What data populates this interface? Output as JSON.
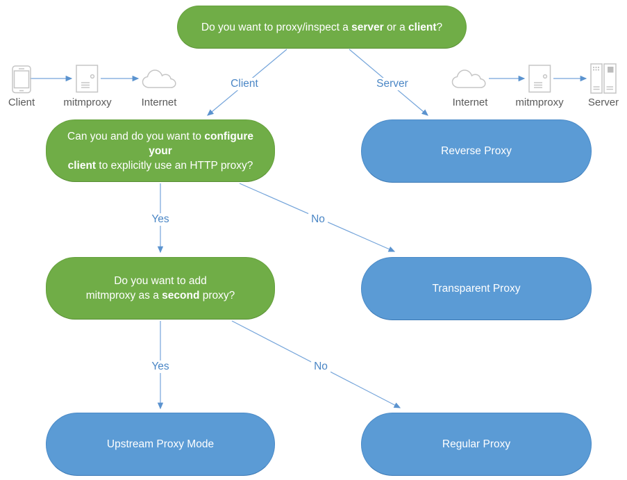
{
  "colors": {
    "decision_fill": "#70ad47",
    "decision_border": "#65a13c",
    "outcome_fill": "#5b9bd5",
    "outcome_border": "#4b8bc8",
    "connector_line": "#74a4da",
    "arrowhead": "#5b93cf",
    "connector_label_text": "#4a86c5",
    "icon_outline": "#c5c5c5",
    "icon_label_text": "#595959",
    "node_text": "#ffffff"
  },
  "root": {
    "s1": "Do you want to proxy/inspect a ",
    "b1": "server",
    "s2": " or a ",
    "b2": "client",
    "s3": "?"
  },
  "branches": {
    "client": "Client",
    "server": "Server"
  },
  "edges": {
    "yes": "Yes",
    "no": "No"
  },
  "configure": {
    "l1s": "Can you and do you want to ",
    "l1b": "configure your",
    "l2b": "client",
    "l2s": " to explicitly use an HTTP proxy?"
  },
  "second": {
    "l1": "Do you want to add",
    "l2s1": "mitmproxy as a ",
    "l2b": "second",
    "l2s2": " proxy?"
  },
  "outcomes": {
    "reverse": "Reverse Proxy",
    "transparent": "Transparent Proxy",
    "upstream": "Upstream Proxy Mode",
    "regular": "Regular Proxy"
  },
  "client_chain": {
    "labels": [
      "Client",
      "mitmproxy",
      "Internet"
    ]
  },
  "server_chain": {
    "labels": [
      "Internet",
      "mitmproxy",
      "Server"
    ]
  }
}
